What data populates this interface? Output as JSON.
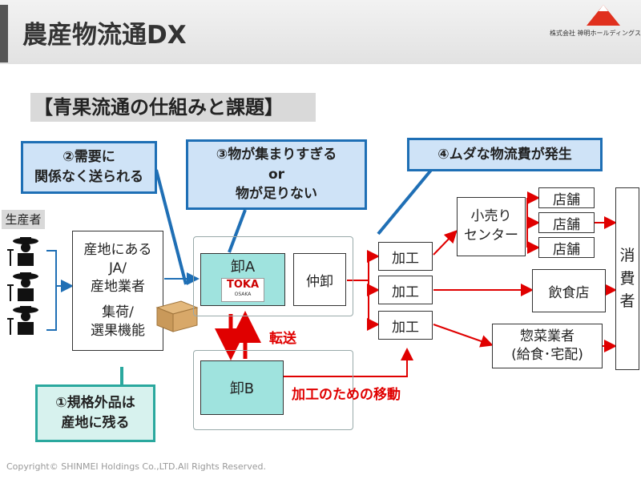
{
  "page_title": "農産物流通DX",
  "logo_text": "株式会社 神明ホールディングス",
  "section_title": "【青果流通の仕組みと課題】",
  "callouts": {
    "c2_line1": "②需要に",
    "c2_line2": "関係なく送られる",
    "c3_line1": "③物が集まりすぎる",
    "c3_line2": "or",
    "c3_line3": "物が足りない",
    "c4": "④ムダな物流費が発生",
    "c1_line1": "①規格外品は",
    "c1_line2": "産地に残る"
  },
  "producer_label": "生産者",
  "origin": {
    "line1": "産地にある",
    "line2": "JA/",
    "line3": "産地業者",
    "line4": "集荷/",
    "line5": "選果機能"
  },
  "oroshi_a": "卸A",
  "toka_logo": "TOKA",
  "toka_sub": "OSAKA",
  "nakaoroshi": "仲卸",
  "oroshi_b": "卸B",
  "tensou": "転送",
  "kakou_idou": "加工のための移動",
  "kakou": [
    "加工",
    "加工",
    "加工"
  ],
  "retail_center_line1": "小売り",
  "retail_center_line2": "センター",
  "stores": [
    "店舗",
    "店舗",
    "店舗"
  ],
  "restaurant": "飲食店",
  "deli_line1": "惣菜業者",
  "deli_line2": "(給食･宅配)",
  "consumer": [
    "消",
    "費",
    "者"
  ],
  "copyright": "Copyright© SHINMEI Holdings Co.,LTD.All Rights Reserved.",
  "colors": {
    "callout_border": "#1e6fb5",
    "callout_fill": "#cfe3f7",
    "teal": "#9fe3de",
    "red": "#e00000",
    "arrow_blue": "#1f6fb5"
  }
}
